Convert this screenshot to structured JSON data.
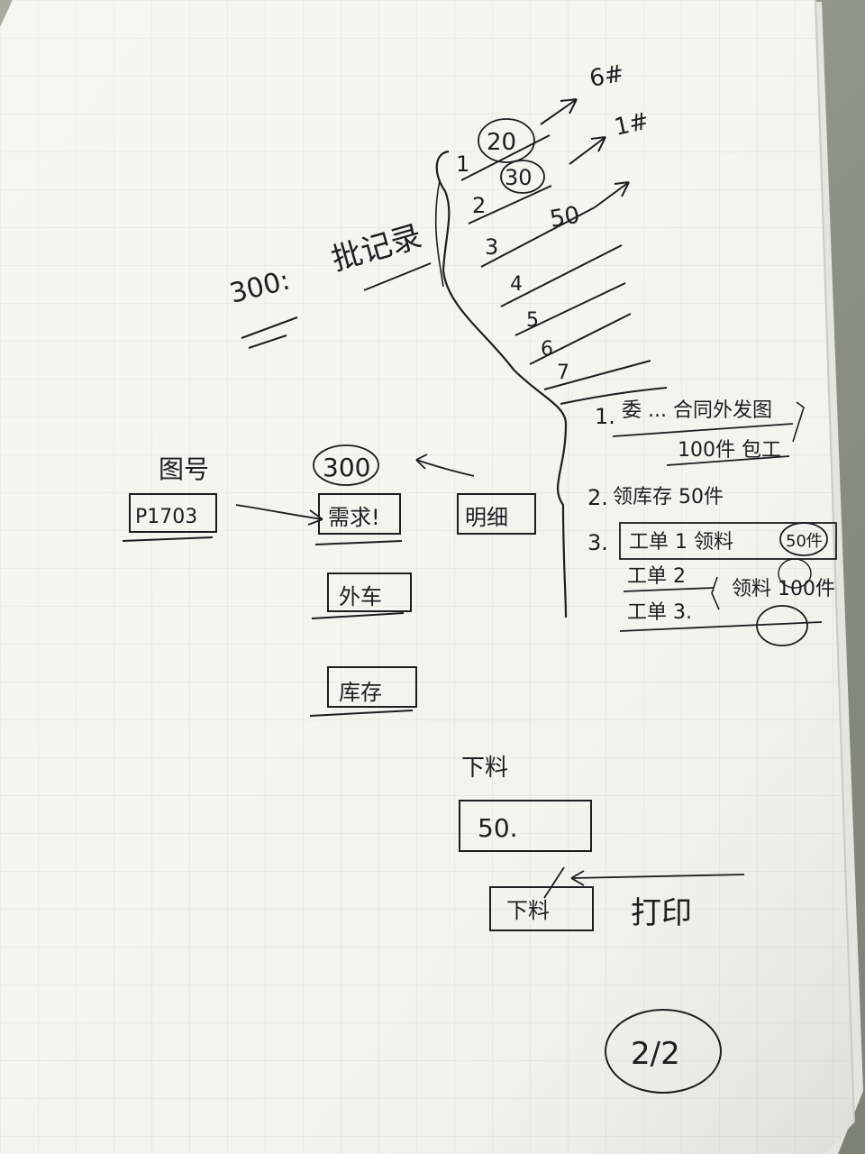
{
  "colors": {
    "paper": "#f3f3ef",
    "grid": "#dedfdb",
    "ink": "#1d1d22"
  },
  "header": {
    "total_label": "300:",
    "title": "批记录"
  },
  "batches": {
    "rows": [
      {
        "index": "1",
        "qty": "20",
        "dest": "6#"
      },
      {
        "index": "2",
        "qty": "30",
        "dest": "1#"
      },
      {
        "index": "3",
        "qty": "50",
        "dest": ""
      },
      {
        "index": "4",
        "qty": "",
        "dest": ""
      },
      {
        "index": "5",
        "qty": "",
        "dest": ""
      },
      {
        "index": "6",
        "qty": "",
        "dest": ""
      },
      {
        "index": "7",
        "qty": "",
        "dest": ""
      }
    ]
  },
  "notes": {
    "items": [
      {
        "num": "1.",
        "text": "委 ... 合同外发图",
        "sub": "100件 包工"
      },
      {
        "num": "2.",
        "text": "领库存 50件",
        "sub": ""
      },
      {
        "num": "3.",
        "text": "工单 1 领料",
        "sub": "50件"
      }
    ],
    "work_orders": [
      "工单 2",
      "工单 3."
    ],
    "work_order_note": "领料 100件"
  },
  "form": {
    "drawing_label": "图号",
    "drawing_value": "P1703",
    "qty_value": "300",
    "demand_button": "需求!",
    "detail_button": "明细",
    "outsource_button": "外车",
    "stock_button": "库存"
  },
  "cutting": {
    "label": "下料",
    "qty_value": "50.",
    "button": "下料",
    "print_label": "打印"
  },
  "footer": {
    "stamp": "2/2"
  }
}
